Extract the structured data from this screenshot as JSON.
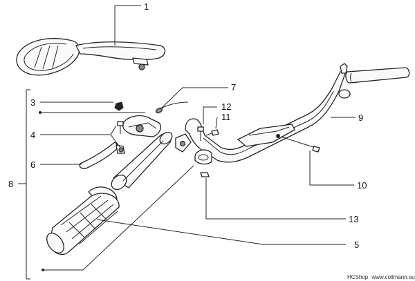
{
  "callouts": [
    {
      "id": "1",
      "label": "1"
    },
    {
      "id": "3",
      "label": "3"
    },
    {
      "id": "4",
      "label": "4"
    },
    {
      "id": "5",
      "label": "5"
    },
    {
      "id": "6",
      "label": "6"
    },
    {
      "id": "7",
      "label": "7"
    },
    {
      "id": "8",
      "label": "8"
    },
    {
      "id": "9",
      "label": "9"
    },
    {
      "id": "10",
      "label": "10"
    },
    {
      "id": "11",
      "label": "11"
    },
    {
      "id": "12",
      "label": "12"
    },
    {
      "id": "13",
      "label": "13"
    }
  ],
  "watermark": {
    "shop": "HCShop",
    "url": "www.collmann.eu"
  }
}
